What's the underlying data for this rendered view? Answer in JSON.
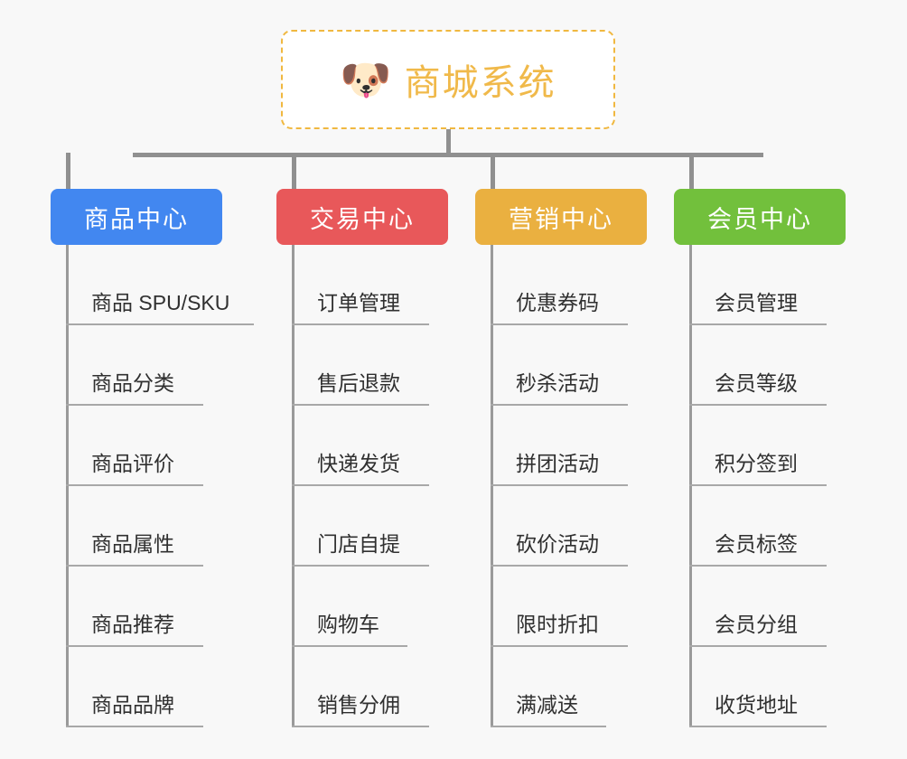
{
  "diagram": {
    "type": "org-chart",
    "background_color": "#f8f8f8",
    "root": {
      "label": "商城系统",
      "icon": "shiba-dog-face-icon",
      "emoji": "🐶",
      "text_color": "#f0b94a",
      "border_color": "#f0b840",
      "background_color": "#ffffff"
    },
    "connector_color": "#909090",
    "rule_color": "#a8a8a8",
    "categories": [
      {
        "label": "商品中心",
        "color": "#4287f0",
        "items": [
          {
            "label": "商品 SPU/SKU",
            "rule_width": 208
          },
          {
            "label": "商品分类",
            "rule_width": 152
          },
          {
            "label": "商品评价",
            "rule_width": 152
          },
          {
            "label": "商品属性",
            "rule_width": 152
          },
          {
            "label": "商品推荐",
            "rule_width": 152
          },
          {
            "label": "商品品牌",
            "rule_width": 152
          }
        ]
      },
      {
        "label": "交易中心",
        "color": "#e8585a",
        "items": [
          {
            "label": "订单管理",
            "rule_width": 152
          },
          {
            "label": "售后退款",
            "rule_width": 152
          },
          {
            "label": "快递发货",
            "rule_width": 152
          },
          {
            "label": "门店自提",
            "rule_width": 152
          },
          {
            "label": "购物车",
            "rule_width": 128
          },
          {
            "label": "销售分佣",
            "rule_width": 152
          }
        ]
      },
      {
        "label": "营销中心",
        "color": "#eab040",
        "items": [
          {
            "label": "优惠券码",
            "rule_width": 152
          },
          {
            "label": "秒杀活动",
            "rule_width": 152
          },
          {
            "label": "拼团活动",
            "rule_width": 152
          },
          {
            "label": "砍价活动",
            "rule_width": 152
          },
          {
            "label": "限时折扣",
            "rule_width": 152
          },
          {
            "label": "满减送",
            "rule_width": 128
          }
        ]
      },
      {
        "label": "会员中心",
        "color": "#72c03c",
        "items": [
          {
            "label": "会员管理",
            "rule_width": 152
          },
          {
            "label": "会员等级",
            "rule_width": 152
          },
          {
            "label": "积分签到",
            "rule_width": 152
          },
          {
            "label": "会员标签",
            "rule_width": 152
          },
          {
            "label": "会员分组",
            "rule_width": 152
          },
          {
            "label": "收货地址",
            "rule_width": 152
          }
        ]
      }
    ]
  }
}
